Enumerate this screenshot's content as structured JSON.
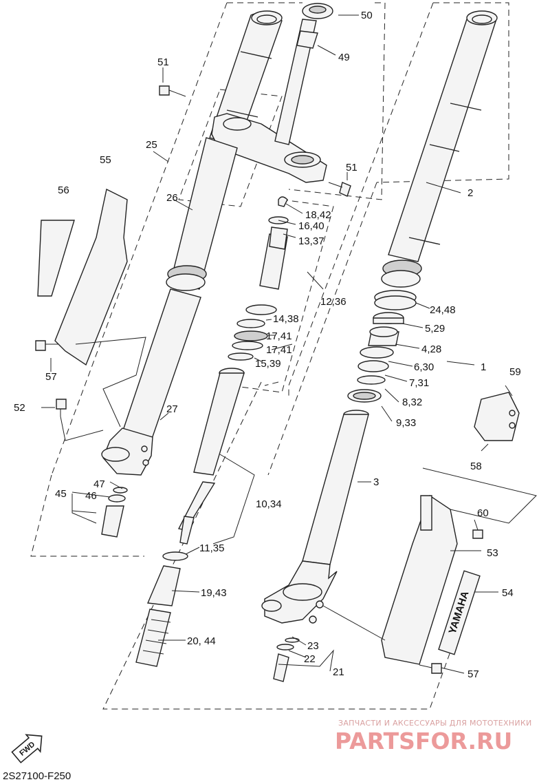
{
  "diagram_code": "2S27100-F250",
  "fwd_label": "FWD",
  "emblem_text": "YAMAHA",
  "watermark": {
    "line1": "ЗАПЧАСТИ И АКСЕССУАРЫ ДЛЯ МОТОТЕХНИКИ",
    "line2": "PARTSFOR.RU"
  },
  "callouts": [
    {
      "id": "c50",
      "text": "50"
    },
    {
      "id": "c49",
      "text": "49"
    },
    {
      "id": "c51a",
      "text": "51"
    },
    {
      "id": "c51b",
      "text": "51"
    },
    {
      "id": "c25",
      "text": "25"
    },
    {
      "id": "c55",
      "text": "55"
    },
    {
      "id": "c56",
      "text": "56"
    },
    {
      "id": "c26",
      "text": "26"
    },
    {
      "id": "c2",
      "text": "2"
    },
    {
      "id": "c1842",
      "text": "18,42"
    },
    {
      "id": "c1640",
      "text": "16,40"
    },
    {
      "id": "c1337",
      "text": "13,37"
    },
    {
      "id": "c1236",
      "text": "12,36"
    },
    {
      "id": "c2448",
      "text": "24,48"
    },
    {
      "id": "c1438",
      "text": "14,38"
    },
    {
      "id": "c529",
      "text": "5,29"
    },
    {
      "id": "c1741a",
      "text": "17,41"
    },
    {
      "id": "c1741b",
      "text": "17,41"
    },
    {
      "id": "c428",
      "text": "4,28"
    },
    {
      "id": "c1539",
      "text": "15,39"
    },
    {
      "id": "c630",
      "text": "6,30"
    },
    {
      "id": "c1",
      "text": "1"
    },
    {
      "id": "c57a",
      "text": "57"
    },
    {
      "id": "c731",
      "text": "7,31"
    },
    {
      "id": "c59",
      "text": "59"
    },
    {
      "id": "c832",
      "text": "8,32"
    },
    {
      "id": "c52",
      "text": "52"
    },
    {
      "id": "c27",
      "text": "27"
    },
    {
      "id": "c933",
      "text": "9,33"
    },
    {
      "id": "c58",
      "text": "58"
    },
    {
      "id": "c47",
      "text": "47"
    },
    {
      "id": "c3",
      "text": "3"
    },
    {
      "id": "c45",
      "text": "45"
    },
    {
      "id": "c46",
      "text": "46"
    },
    {
      "id": "c1034",
      "text": "10,34"
    },
    {
      "id": "c60",
      "text": "60"
    },
    {
      "id": "c1135",
      "text": "11,35"
    },
    {
      "id": "c53",
      "text": "53"
    },
    {
      "id": "c1943",
      "text": "19,43"
    },
    {
      "id": "c54",
      "text": "54"
    },
    {
      "id": "c2044",
      "text": "20, 44"
    },
    {
      "id": "c23",
      "text": "23"
    },
    {
      "id": "c22",
      "text": "22"
    },
    {
      "id": "c21",
      "text": "21"
    },
    {
      "id": "c57b",
      "text": "57"
    }
  ]
}
